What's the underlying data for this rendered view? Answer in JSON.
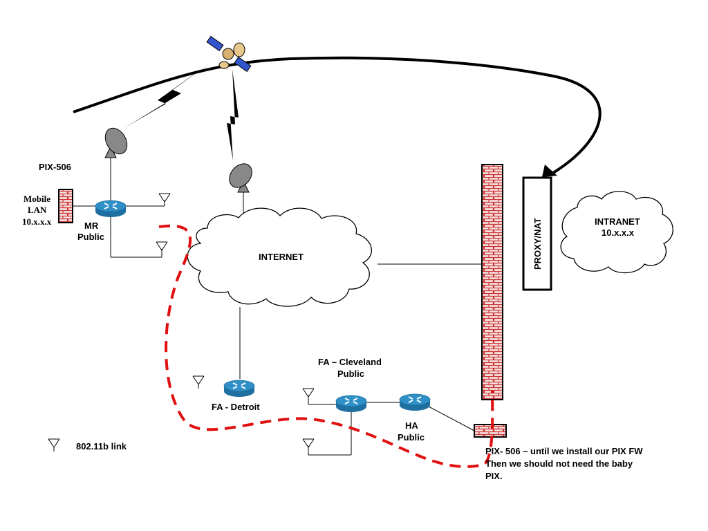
{
  "labels": {
    "pix506": "PIX-506",
    "mobile_lan": [
      "Mobile",
      "LAN",
      "10.x.x.x"
    ],
    "mr_public": [
      "MR",
      "Public"
    ],
    "internet": "INTERNET",
    "proxy_nat": "PROXY/NAT",
    "intranet": [
      "INTRANET",
      "10.x.x.x"
    ],
    "fa_cleveland": [
      "FA – Cleveland",
      "Public"
    ],
    "fa_detroit": "FA - Detroit",
    "ha_public": [
      "HA",
      "Public"
    ],
    "legend_80211b": "802.11b link",
    "pix_note": [
      "PIX- 506 – until we install our PIX FW",
      "Then we should not need the baby",
      "PIX."
    ]
  },
  "colors": {
    "router": "#2f90c8",
    "router_dark": "#1f6fa0",
    "dish": "#888888",
    "firewall_brick": "#cc3333",
    "firewall_fill": "#f4dede",
    "dashed_link": "#e01010"
  },
  "icons": [
    "satellite-icon",
    "dish-icon",
    "router-icon",
    "antenna-icon",
    "firewall-icon",
    "cloud-icon",
    "lightning-icon"
  ]
}
